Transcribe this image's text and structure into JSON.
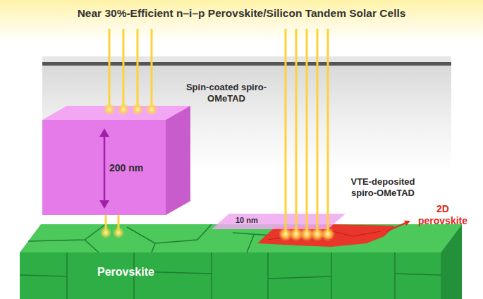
{
  "diagram": {
    "title": "Near 30%-Efficient n–i–p Perovskite/Silicon Tandem Solar Cells",
    "nodes": [
      {
        "text": [
          "Perovskite"
        ]
      }
    ],
    "labels": [
      "Spin-coated spiro-OMeTAD",
      "200 nm",
      "VTE-deposited spiro-OMeTAD",
      "10 nm",
      "2D perovskite"
    ]
  }
}
